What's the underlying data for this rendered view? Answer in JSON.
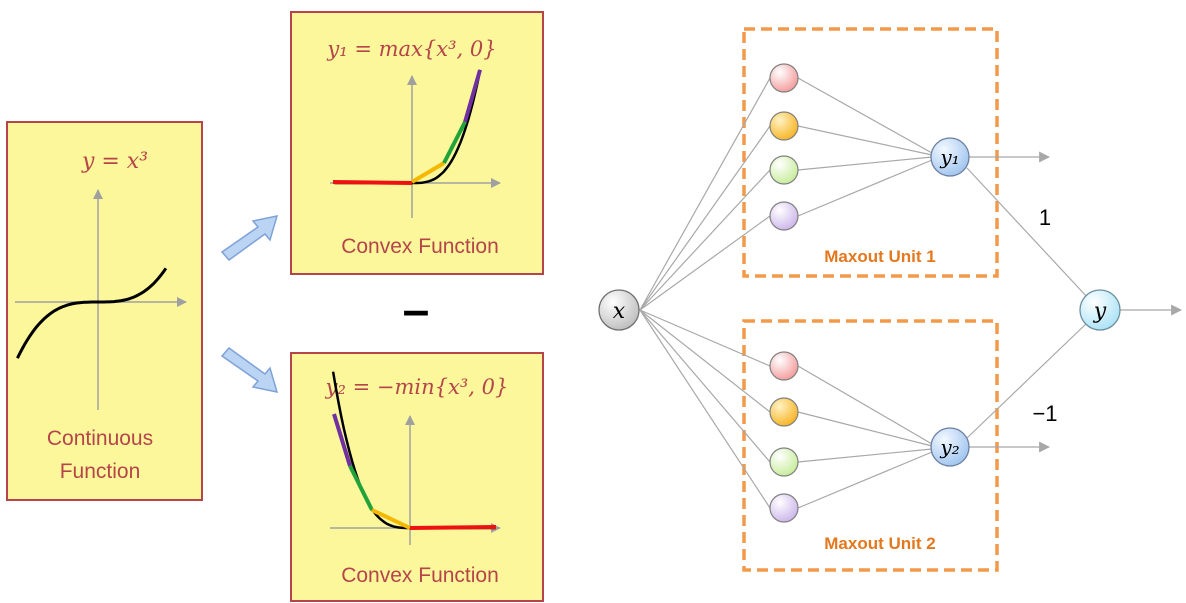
{
  "colors": {
    "panel_fill": "#fcf79a",
    "panel_border": "#b5454b",
    "formula_text": "#b5454b",
    "caption_text": "#b5454b",
    "axis": "#a0a0a0",
    "curve": "#000000",
    "seg_red": "#ee1111",
    "seg_orange": "#f5b800",
    "seg_green": "#22a33a",
    "seg_purple": "#7030a0",
    "arrow_fill": "#bcd4f4",
    "arrow_stroke": "#7ea2d6",
    "unit_border": "#f39a4a",
    "unit_label": "#e4781e",
    "edge": "#a8a8a8",
    "node_red": "#f6a6a6",
    "node_orange": "#fbc24a",
    "node_green": "#d6f2b0",
    "node_purple": "#d8c6ee",
    "node_blue": "#b6d4f5",
    "node_cyan": "#bfeaf9",
    "node_gray": "#d4d4d4"
  },
  "panels": {
    "continuous": {
      "formula": "y = x³",
      "caption_line1": "Continuous",
      "caption_line2": "Function"
    },
    "convex_top": {
      "formula": "y₁ = max{x³, 0}",
      "caption": "Convex Function"
    },
    "convex_bottom": {
      "formula": "y₂ = −min{x³, 0}",
      "caption": "Convex Function"
    },
    "minus_sign": "–"
  },
  "network": {
    "input_label": "x",
    "hidden_top_label": "y₁",
    "hidden_bottom_label": "y₂",
    "output_label": "y",
    "weight_top": "1",
    "weight_bottom": "−1",
    "unit1_label": "Maxout Unit 1",
    "unit2_label": "Maxout Unit 2"
  }
}
